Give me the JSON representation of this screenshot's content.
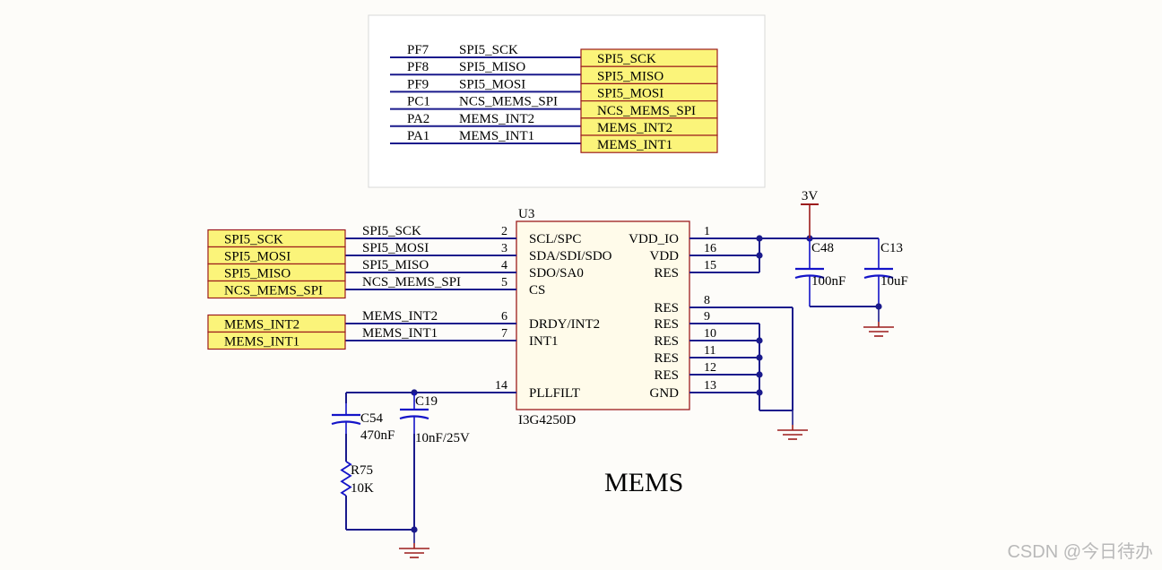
{
  "title": "MEMS",
  "watermark": "CSDN @今日待办",
  "colors": {
    "wire": "#1a1a8c",
    "component": "#1414c8",
    "part_outline": "#9c1c1c",
    "part_fill": "#fffbea",
    "port_fill": "#fbf47a",
    "port_outline": "#9c1c1c",
    "power": "#9c1c1c",
    "junction": "#1a1a8c",
    "page_bg": "#fdfcf9",
    "inset_bg": "#ffffff"
  },
  "inset": {
    "rows": [
      {
        "pin": "PF7",
        "net": "SPI5_SCK",
        "port": "SPI5_SCK"
      },
      {
        "pin": "PF8",
        "net": "SPI5_MISO",
        "port": "SPI5_MISO"
      },
      {
        "pin": "PF9",
        "net": "SPI5_MOSI",
        "port": "SPI5_MOSI"
      },
      {
        "pin": "PC1",
        "net": "NCS_MEMS_SPI",
        "port": "NCS_MEMS_SPI"
      },
      {
        "pin": "PA2",
        "net": "MEMS_INT2",
        "port": "MEMS_INT2"
      },
      {
        "pin": "PA1",
        "net": "MEMS_INT1",
        "port": "MEMS_INT1"
      }
    ]
  },
  "chip": {
    "designator": "U3",
    "part": "I3G4250D",
    "left_pins": [
      {
        "num": "2",
        "name": "SCL/SPC",
        "net": "SPI5_SCK",
        "port": "SPI5_SCK"
      },
      {
        "num": "3",
        "name": "SDA/SDI/SDO",
        "net": "SPI5_MOSI",
        "port": "SPI5_MOSI"
      },
      {
        "num": "4",
        "name": "SDO/SA0",
        "net": "SPI5_MISO",
        "port": "SPI5_MISO"
      },
      {
        "num": "5",
        "name": "CS",
        "net": "NCS_MEMS_SPI",
        "port": "NCS_MEMS_SPI"
      },
      {
        "num": "6",
        "name": "DRDY/INT2",
        "net": "MEMS_INT2",
        "port": "MEMS_INT2"
      },
      {
        "num": "7",
        "name": "INT1",
        "net": "MEMS_INT1",
        "port": "MEMS_INT1"
      },
      {
        "num": "14",
        "name": "PLLFILT",
        "net": "",
        "port": ""
      }
    ],
    "right_pins": [
      {
        "num": "1",
        "name": "VDD_IO"
      },
      {
        "num": "16",
        "name": "VDD"
      },
      {
        "num": "15",
        "name": "RES"
      },
      {
        "num": "8",
        "name": "RES"
      },
      {
        "num": "9",
        "name": "RES"
      },
      {
        "num": "10",
        "name": "RES"
      },
      {
        "num": "11",
        "name": "RES"
      },
      {
        "num": "12",
        "name": "RES"
      },
      {
        "num": "13",
        "name": "GND"
      }
    ]
  },
  "power": {
    "label": "3V"
  },
  "components": {
    "c48": {
      "ref": "C48",
      "value": "100nF"
    },
    "c13": {
      "ref": "C13",
      "value": "10uF"
    },
    "c54": {
      "ref": "C54",
      "value": "470nF"
    },
    "c19": {
      "ref": "C19",
      "value": "10nF/25V"
    },
    "r75": {
      "ref": "R75",
      "value": "10K"
    }
  }
}
